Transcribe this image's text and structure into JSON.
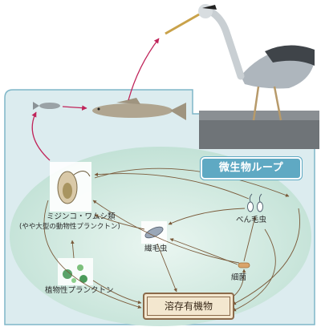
{
  "diagram": {
    "loop_title": "微生物ループ",
    "nodes": {
      "zooplankton": "ミジンコ・ワムシ類",
      "zooplankton_note": "(やや大型の動物性プランクトン)",
      "ciliate": "繊毛虫",
      "flagellate": "べん毛虫",
      "bacteria": "細菌",
      "phytoplankton": "植物性プランクトン",
      "dom": "溶存有機物"
    }
  },
  "colors": {
    "water": "#dcecef",
    "water_border": "#7fb6c8",
    "loop_fill": "#cfe8df",
    "loop_title_bg": "#5fa9c3",
    "arrow_brown": "#7a5a3a",
    "arrow_red": "#c0245a"
  }
}
